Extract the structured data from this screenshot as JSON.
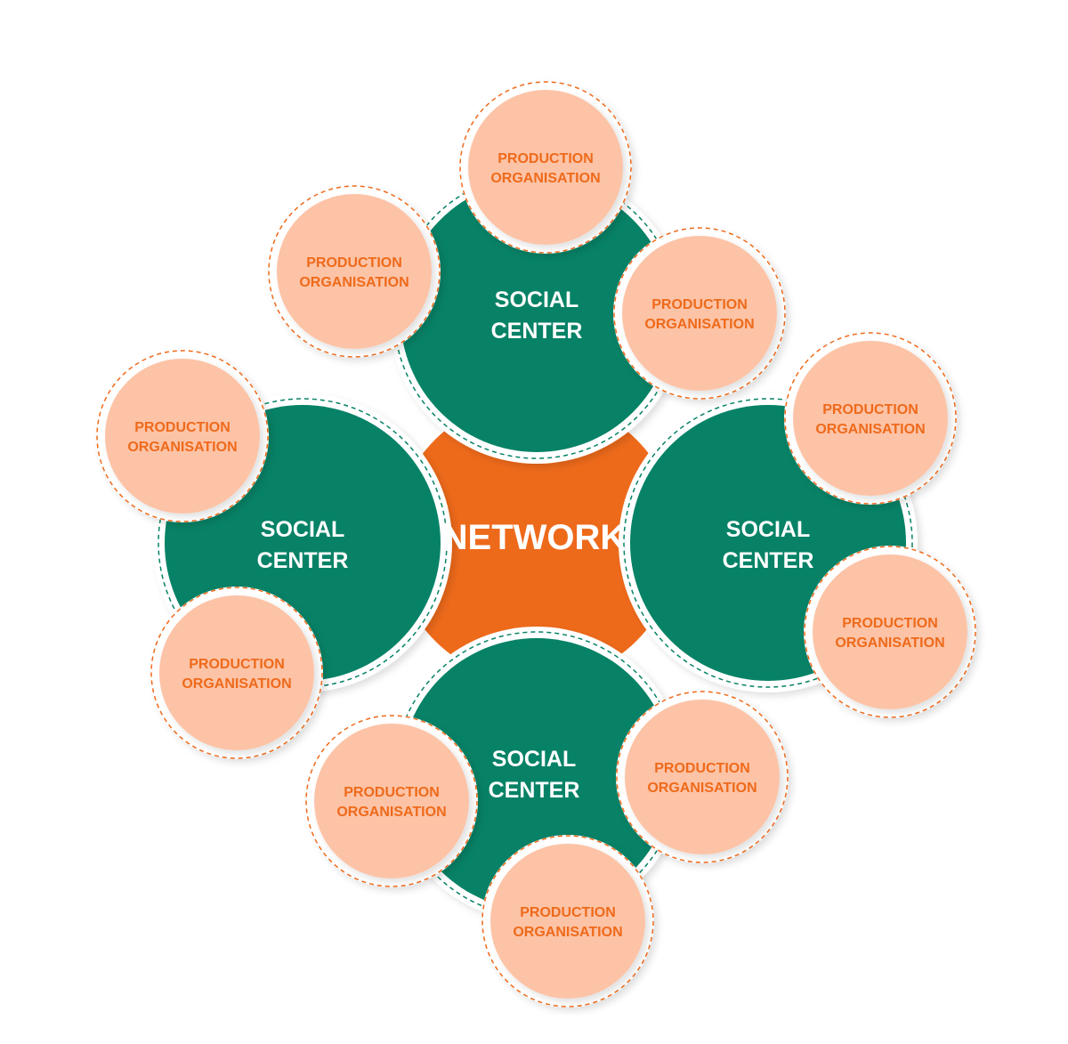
{
  "center": {
    "label": "NETWORK"
  },
  "social_centers": [
    {
      "line1": "SOCIAL",
      "line2": "CENTER"
    },
    {
      "line1": "SOCIAL",
      "line2": "CENTER"
    },
    {
      "line1": "SOCIAL",
      "line2": "CENTER"
    },
    {
      "line1": "SOCIAL",
      "line2": "CENTER"
    }
  ],
  "production_organisations": [
    {
      "line1": "PRODUCTION",
      "line2": "ORGANISATION"
    },
    {
      "line1": "PRODUCTION",
      "line2": "ORGANISATION"
    },
    {
      "line1": "PRODUCTION",
      "line2": "ORGANISATION"
    },
    {
      "line1": "PRODUCTION",
      "line2": "ORGANISATION"
    },
    {
      "line1": "PRODUCTION",
      "line2": "ORGANISATION"
    },
    {
      "line1": "PRODUCTION",
      "line2": "ORGANISATION"
    },
    {
      "line1": "PRODUCTION",
      "line2": "ORGANISATION"
    },
    {
      "line1": "PRODUCTION",
      "line2": "ORGANISATION"
    },
    {
      "line1": "PRODUCTION",
      "line2": "ORGANISATION"
    },
    {
      "line1": "PRODUCTION",
      "line2": "ORGANISATION"
    }
  ],
  "colors": {
    "green": "#078266",
    "orange": "#ee6a1b",
    "peach": "#fdc3a6"
  }
}
